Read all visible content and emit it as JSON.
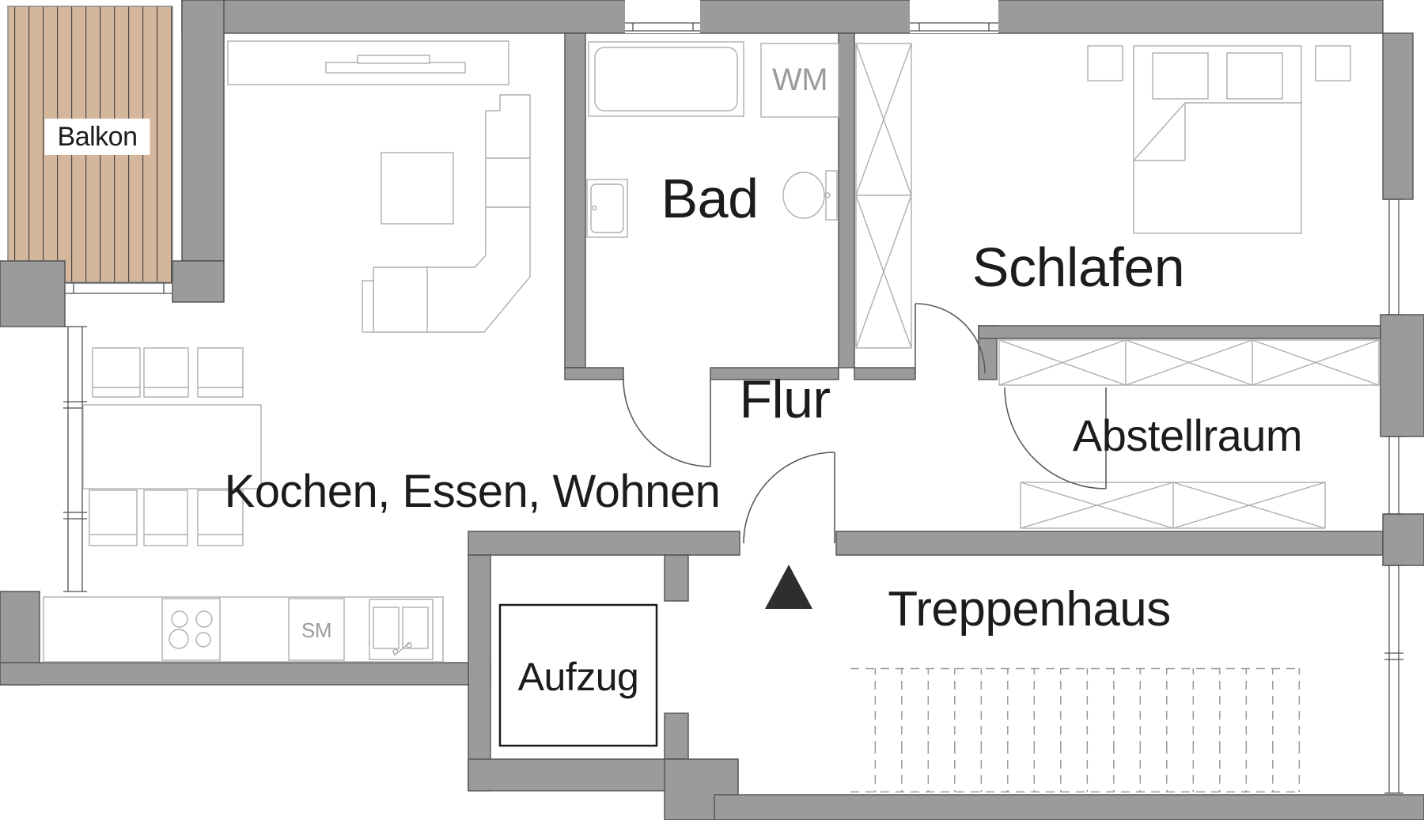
{
  "rooms": {
    "balcony": {
      "label": "Balkon"
    },
    "living": {
      "label": "Kochen, Essen, Wohnen"
    },
    "bath": {
      "label": "Bad"
    },
    "bedroom": {
      "label": "Schlafen"
    },
    "storage": {
      "label": "Abstellraum"
    },
    "hallway": {
      "label": "Flur"
    },
    "stairwell": {
      "label": "Treppenhaus"
    },
    "elevator": {
      "label": "Aufzug"
    }
  },
  "appliances": {
    "washing_machine": {
      "label": "WM"
    },
    "dishwasher": {
      "label": "SM"
    }
  },
  "colors": {
    "wall": "#9b9b9b",
    "wall_outline": "#4f4f4f",
    "wood": "#d4b69c",
    "wood_line": "#4a4a4a",
    "furn": "#aeaeae",
    "door_line": "#5a5a5a",
    "stair_line": "#9a9a9a",
    "appliance_text": "#9b9b9b",
    "label_text": "#1c1c1c",
    "marker": "#2e2e2e"
  }
}
